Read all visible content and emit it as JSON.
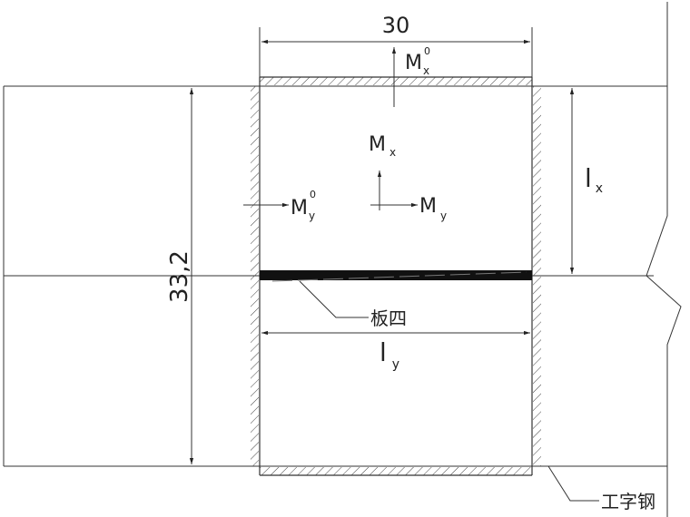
{
  "drawing": {
    "dimensions": {
      "width": "30",
      "height": "33,2"
    },
    "moments": {
      "mx0": {
        "base": "M",
        "sub": "x",
        "sup": "0"
      },
      "my0": {
        "base": "M",
        "sub": "y",
        "sup": "0"
      },
      "mx": {
        "base": "M",
        "sub": "x"
      },
      "my": {
        "base": "M",
        "sub": "y"
      }
    },
    "spans": {
      "lx": {
        "base": "l",
        "sub": "x"
      },
      "ly": {
        "base": "l",
        "sub": "y"
      }
    },
    "callouts": {
      "plate": "板四",
      "beam": "工字钢"
    }
  }
}
